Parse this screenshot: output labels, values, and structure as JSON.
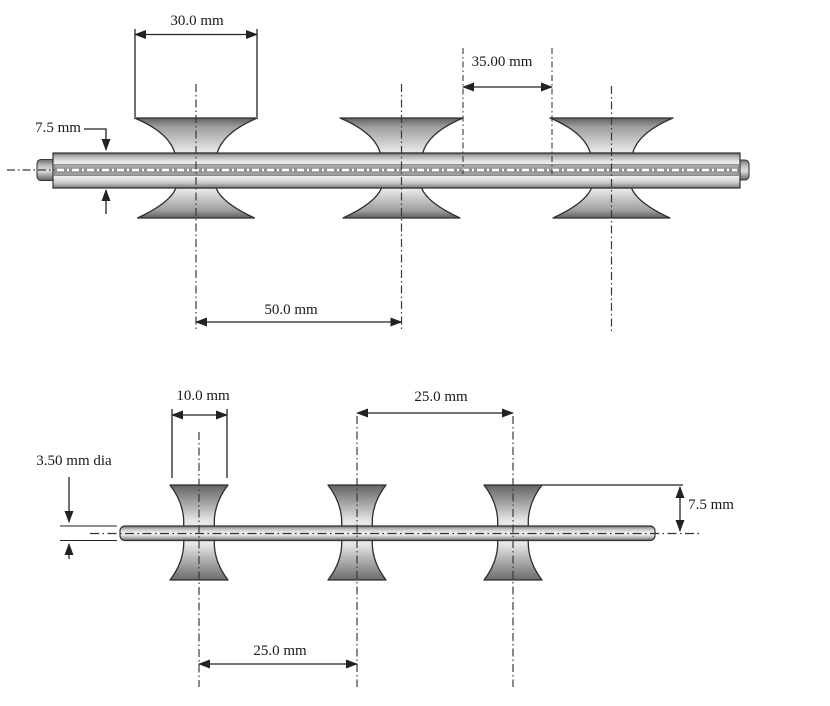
{
  "page": {
    "background": "#ffffff",
    "type": "technical-drawing"
  },
  "diagram": {
    "top_view": {
      "barb_count": 3,
      "dimensions": {
        "barb_width": "30.0 mm",
        "barb_gap": "35.00 mm",
        "tape_height": "7.5 mm",
        "barb_pitch": "50.0 mm"
      }
    },
    "bottom_view": {
      "barb_count": 3,
      "dimensions": {
        "barb_width": "10.0 mm",
        "barb_pitch_right": "25.0 mm",
        "wire_diameter": "3.50 mm dia",
        "barb_height": "7.5 mm",
        "barb_pitch_left": "25.0 mm"
      }
    },
    "colors": {
      "line": "#222222",
      "centerline": "#3a3a3a",
      "metal_light": "#efefef",
      "metal_mid": "#a8a8a8",
      "metal_dark": "#565656",
      "background": "#ffffff"
    }
  }
}
